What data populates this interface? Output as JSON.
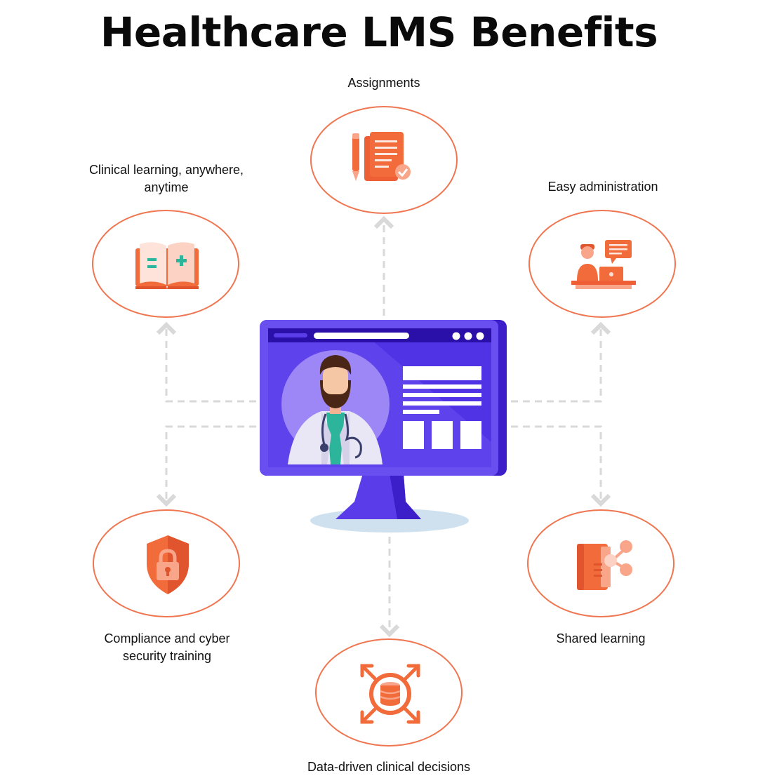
{
  "title": "Healthcare LMS Benefits",
  "benefits": [
    {
      "id": "assignments",
      "label": "Assignments",
      "icon": "document-pen-icon"
    },
    {
      "id": "clinical-learning",
      "label": "Clinical learning, anywhere, anytime",
      "icon": "open-book-icon"
    },
    {
      "id": "easy-administration",
      "label": "Easy administration",
      "icon": "admin-at-laptop-icon"
    },
    {
      "id": "compliance",
      "label": "Compliance and cyber security training",
      "icon": "shield-lock-icon"
    },
    {
      "id": "shared-learning",
      "label": "Shared learning",
      "icon": "book-share-icon"
    },
    {
      "id": "data-driven",
      "label": "Data-driven clinical decisions",
      "icon": "database-arrows-icon"
    }
  ],
  "center": {
    "icon": "monitor-doctor-icon"
  },
  "colors": {
    "accent": "#ef7651",
    "icon_orange": "#f26b3a",
    "icon_light": "#f9a58a",
    "monitor_purple": "#6a4ff0",
    "monitor_dark": "#3c1fc9",
    "connector_gray": "#d9d9d9"
  }
}
